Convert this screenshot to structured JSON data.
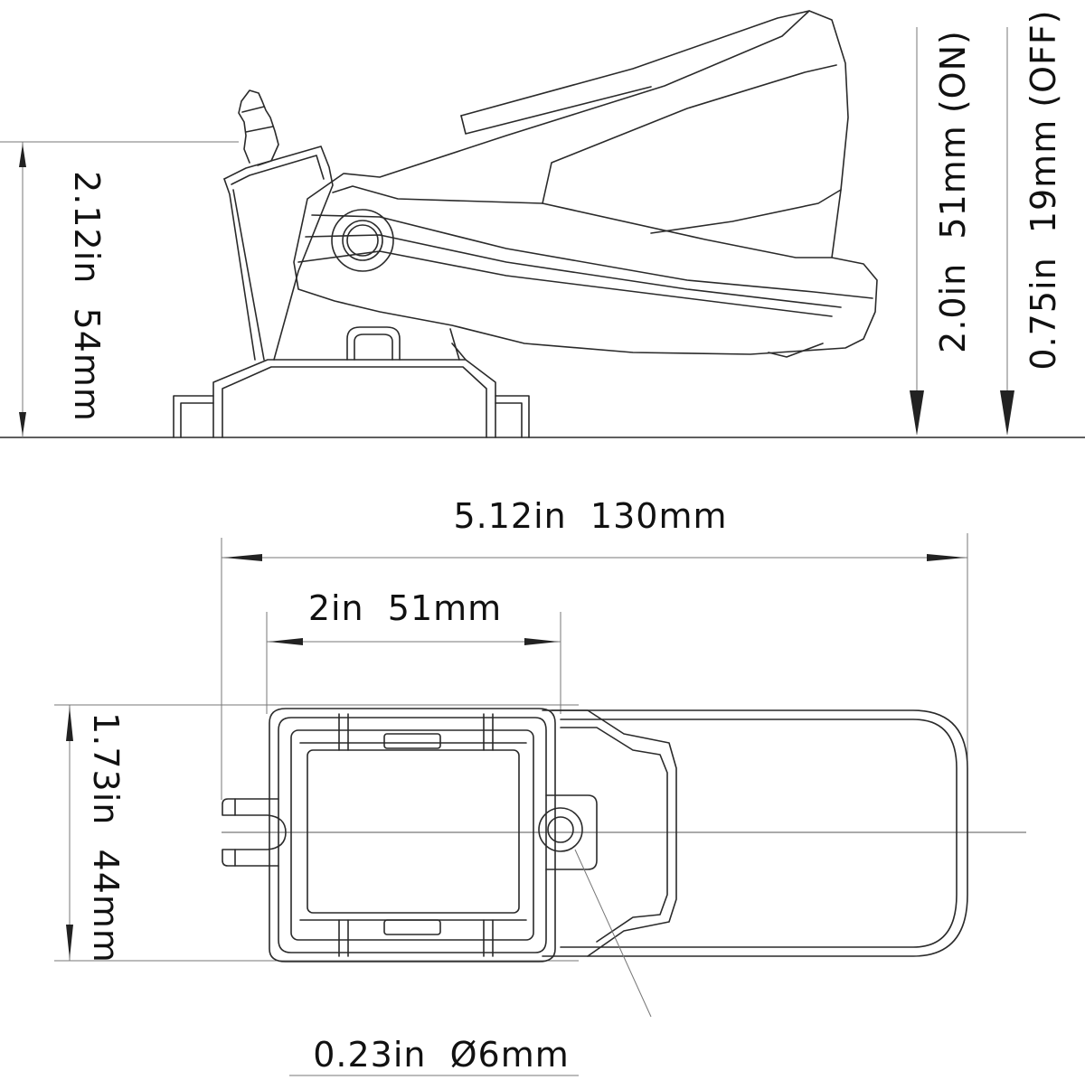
{
  "dimensions": {
    "height_total": "2.12in  54mm",
    "on_level": "2.0in  51mm (ON)",
    "off_level": "0.75in  19mm (OFF)",
    "length_total": "5.12in  130mm",
    "base_length": "2in  51mm",
    "width": "1.73in  44mm",
    "hole_diameter": "0.23in  Ø6mm"
  },
  "colors": {
    "line": "#2a2a2a",
    "background": "#ffffff"
  }
}
